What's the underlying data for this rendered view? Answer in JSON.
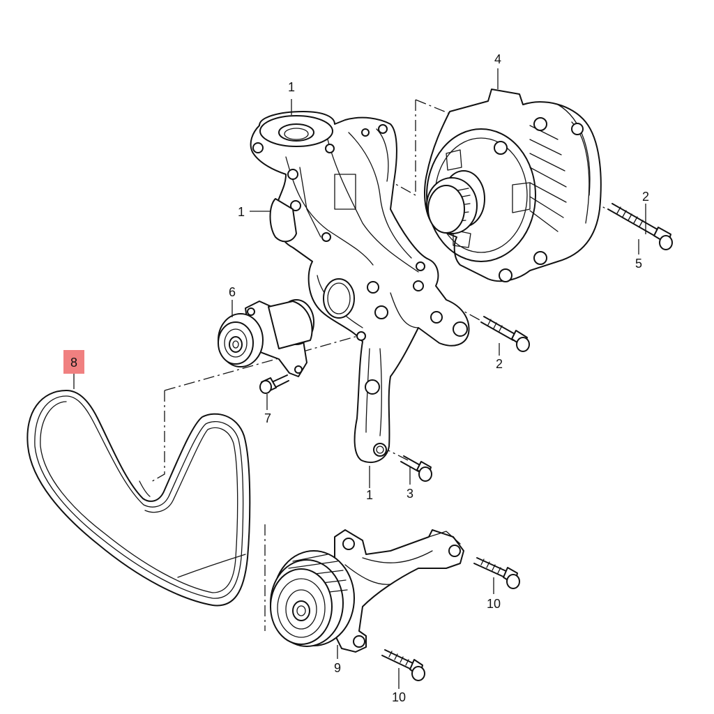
{
  "diagram": {
    "highlight_color": "#f08080",
    "callouts": {
      "bracket_top": "1",
      "bracket_left": "1",
      "bracket_bottom": "1",
      "alternator": "4",
      "alternator_bolt_a": "2",
      "alternator_bolt_b": "5",
      "bracket_bolt": "2",
      "bracket_bottom_bolt": "3",
      "tensioner": "6",
      "tensioner_bolt": "7",
      "belt": "8",
      "idler_pulley": "9",
      "idler_bolt_right": "10",
      "idler_bolt_bottom": "10"
    }
  }
}
